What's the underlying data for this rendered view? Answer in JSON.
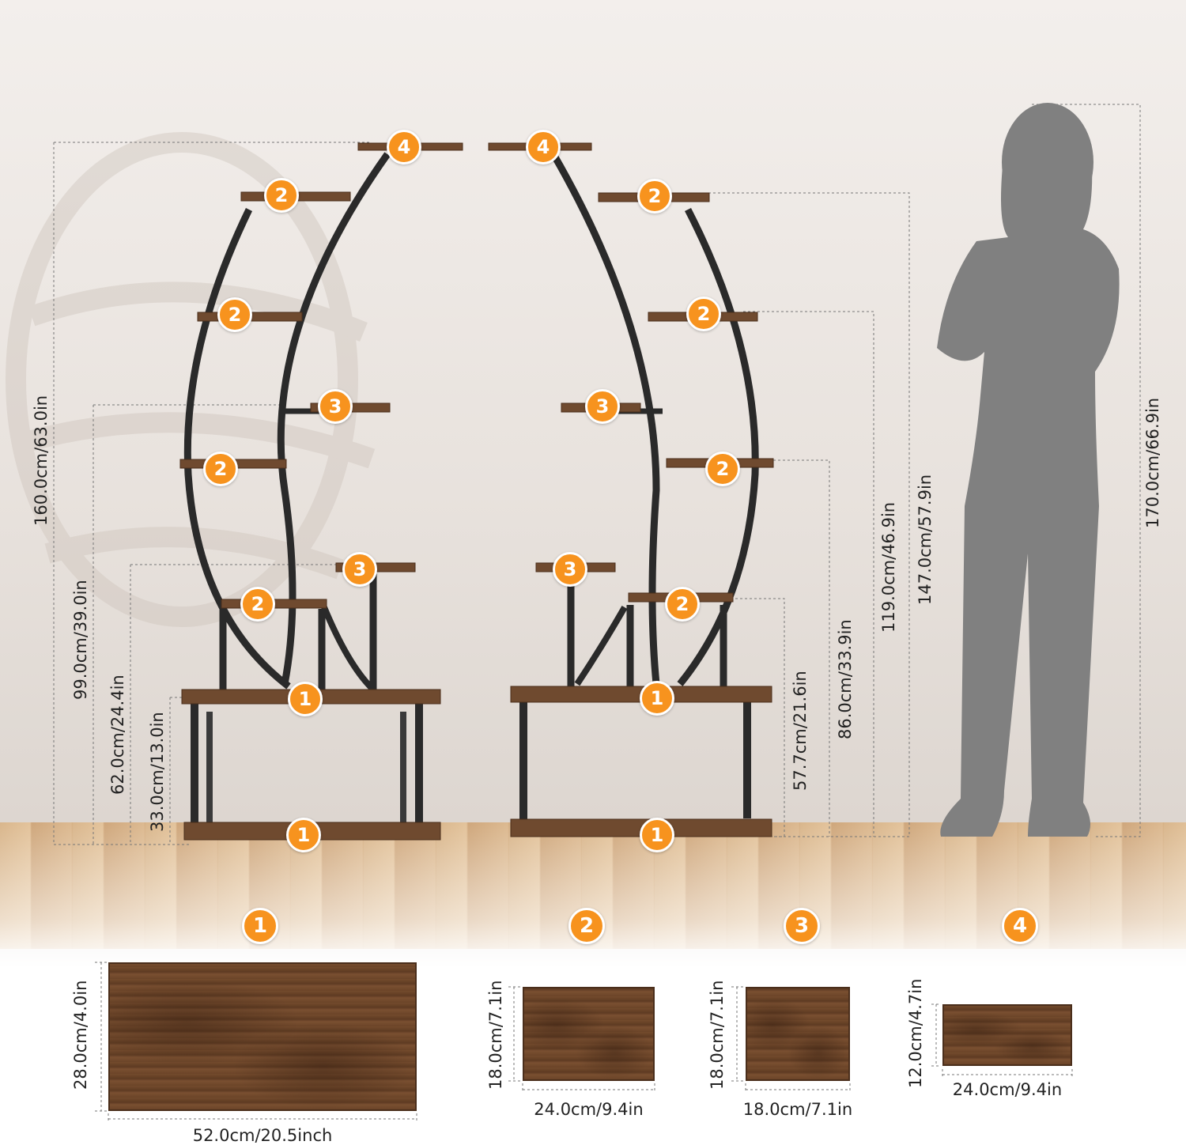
{
  "colors": {
    "badge": "#f7931e",
    "wood": "#6f4a2f",
    "metal": "#2b2b2b",
    "silhouette": "#7f7f7f"
  },
  "shelf_badges": {
    "left_top": "4",
    "right_top": "4",
    "left_2a": "2",
    "left_2b": "2",
    "left_2c": "2",
    "left_2d": "2",
    "right_2a": "2",
    "right_2b": "2",
    "right_2c": "2",
    "right_2d": "2",
    "left_3a": "3",
    "left_3b": "3",
    "right_3a": "3",
    "right_3b": "3",
    "left_1a": "1",
    "left_1b": "1",
    "right_1a": "1",
    "right_1b": "1"
  },
  "heights": {
    "left_total": "160.0cm/63.0in",
    "left_mid": "99.0cm/39.0in",
    "left_low": "62.0cm/24.4in",
    "left_base": "33.0cm/13.0in",
    "right_base": "57.7cm/21.6in",
    "right_low": "86.0cm/33.9in",
    "right_mid": "119.0cm/46.9in",
    "right_total": "147.0cm/57.9in",
    "person": "170.0cm/66.9in"
  },
  "shelf_specs": [
    {
      "badge": "1",
      "width": "52.0cm/20.5inch",
      "depth": "28.0cm/4.0in"
    },
    {
      "badge": "2",
      "width": "24.0cm/9.4in",
      "depth": "18.0cm/7.1in"
    },
    {
      "badge": "3",
      "width": "18.0cm/7.1in",
      "depth": "18.0cm/7.1in"
    },
    {
      "badge": "4",
      "width": "24.0cm/9.4in",
      "depth": "12.0cm/4.7in"
    }
  ]
}
